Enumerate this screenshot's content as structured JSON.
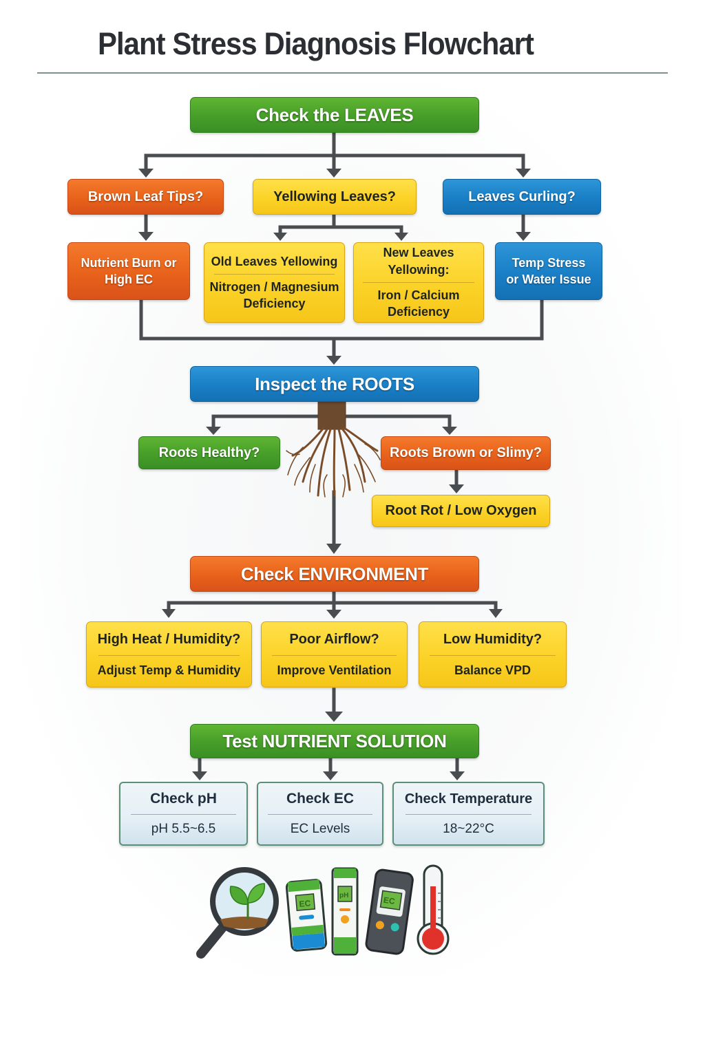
{
  "title": "Plant Stress Diagnosis Flowchart",
  "leaves": {
    "header": "Check the LEAVES",
    "branches": [
      {
        "question": "Brown Leaf Tips?",
        "color": "#e8621b",
        "results": [
          {
            "line1": "Nutrient Burn or",
            "line2": "High EC"
          }
        ]
      },
      {
        "question": "Yellowing Leaves?",
        "color": "#fbd227",
        "results": [
          {
            "title": "Old Leaves Yellowing",
            "detail1": "Nitrogen / Magnesium",
            "detail2": "Deficiency"
          },
          {
            "title": "New Leaves Yellowing:",
            "detail1": "Iron / Calcium",
            "detail2": "Deficiency"
          }
        ]
      },
      {
        "question": "Leaves Curling?",
        "color": "#1a7fc6",
        "results": [
          {
            "line1": "Temp Stress",
            "line2": "or Water Issue"
          }
        ]
      }
    ]
  },
  "roots": {
    "header": "Inspect the ROOTS",
    "healthy": "Roots Healthy?",
    "unhealthy": "Roots Brown or Slimy?",
    "result": "Root Rot / Low Oxygen"
  },
  "environment": {
    "header": "Check ENVIRONMENT",
    "items": [
      {
        "question": "High Heat / Humidity?",
        "action": "Adjust Temp & Humidity"
      },
      {
        "question": "Poor Airflow?",
        "action": "Improve Ventilation"
      },
      {
        "question": "Low Humidity?",
        "action": "Balance VPD"
      }
    ]
  },
  "nutrient": {
    "header": "Test NUTRIENT SOLUTION",
    "checks": [
      {
        "label": "Check pH",
        "value": "pH 5.5~6.5"
      },
      {
        "label": "Check EC",
        "value": "EC Levels"
      },
      {
        "label": "Check Temperature",
        "value": "18~22°C"
      }
    ]
  },
  "tools": {
    "meter1_screen": "EC",
    "meter2_screen": "pH",
    "meter3_screen": "EC",
    "items": [
      "magnifier-plant-icon",
      "ec-pen-icon",
      "ph-pen-icon",
      "ec-meter-icon",
      "thermometer-icon"
    ]
  },
  "colors": {
    "green": "#48a02a",
    "orange": "#e8621b",
    "blue": "#1a7fc6",
    "yellow": "#fbd227",
    "connector": "#4a4d50",
    "root": "#7a4d2a"
  }
}
